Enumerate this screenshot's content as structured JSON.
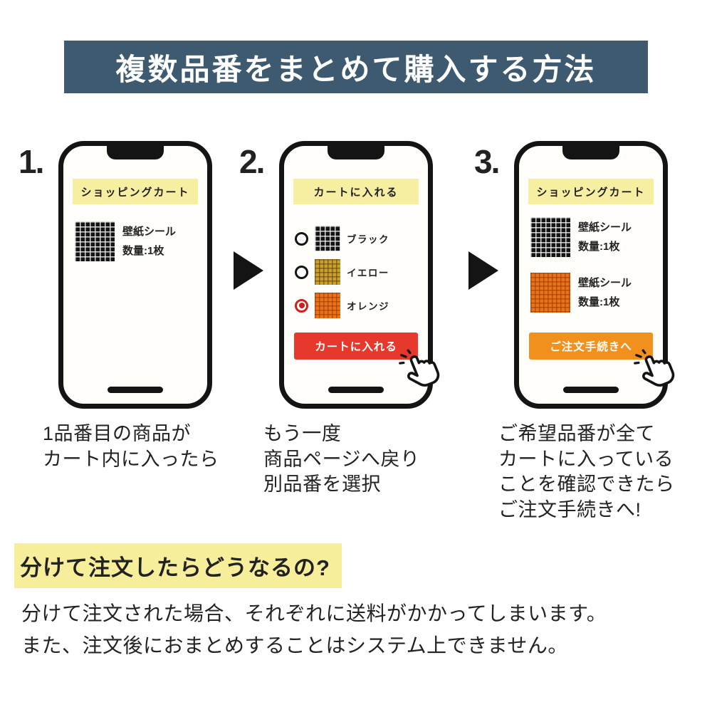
{
  "colors": {
    "header_bg": "#3e5a70",
    "banner_yellow": "#f6efa2",
    "button_red": "#e6382d",
    "button_orange": "#f2901d",
    "highlight_yellow": "#f6ee9b",
    "radio_selected_red": "#c9241c",
    "ink": "#141414"
  },
  "header": {
    "title": "複数品番をまとめて購入する方法"
  },
  "steps": [
    {
      "number": "1.",
      "phone": {
        "banner": "ショッピングカート",
        "products": [
          {
            "swatch": "black-grid-swatch",
            "name": "壁紙シール",
            "qty": "数量:1枚"
          }
        ]
      },
      "caption": "1品番目の商品が\nカート内に入ったら"
    },
    {
      "number": "2.",
      "phone": {
        "banner": "カートに入れる",
        "options": [
          {
            "swatch": "black-grid-swatch",
            "label": "ブラック",
            "selected": false
          },
          {
            "swatch": "yellow-grid-swatch",
            "label": "イエロー",
            "selected": false
          },
          {
            "swatch": "orange-grid-swatch",
            "label": "オレンジ",
            "selected": true
          }
        ],
        "button": "カートに入れる"
      },
      "caption": "もう一度\n商品ページへ戻り\n別品番を選択"
    },
    {
      "number": "3.",
      "phone": {
        "banner": "ショッピングカート",
        "products": [
          {
            "swatch": "black-grid-swatch",
            "name": "壁紙シール",
            "qty": "数量:1枚"
          },
          {
            "swatch": "orange-grid-swatch",
            "name": "壁紙シール",
            "qty": "数量:1枚"
          }
        ],
        "button": "ご注文手続きへ"
      },
      "caption": "ご希望品番が全て\nカートに入っている\nことを確認できたら\nご注文手続きへ!"
    }
  ],
  "footer": {
    "heading": "分けて注文したらどうなるの?",
    "body": "分けて注文された場合、それぞれに送料がかかってしまいます。\nまた、注文後におまとめすることはシステム上できません。"
  }
}
